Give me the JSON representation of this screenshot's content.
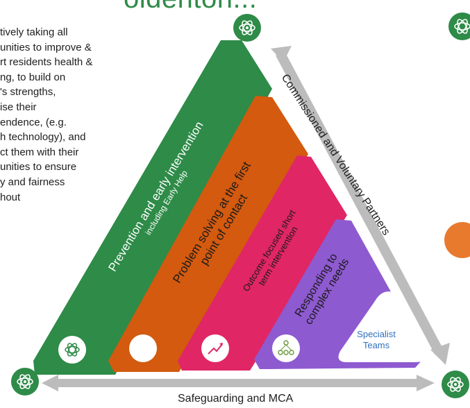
{
  "title_fragment": "oldenton...",
  "left_text_lines": [
    "tively taking all",
    "unities to improve &",
    "rt residents health &",
    "ng, to build on",
    "'s strengths,",
    "ise their",
    "endence, (e.g.",
    "h technology), and",
    "ct them with their",
    "unities to ensure",
    "y and fairness",
    "hout"
  ],
  "bands": [
    {
      "line1": "Prevention and early intervention",
      "line2": "including Early Help",
      "color": "#2e8b48"
    },
    {
      "line1": "Problem solving at the first",
      "line2": "point of contact",
      "color": "#d35a0f"
    },
    {
      "line1": "Outcome focused short",
      "line2": "term intervention",
      "color": "#e02665"
    },
    {
      "line1": "Responding to",
      "line2": "complex needs",
      "color": "#8e5ad0"
    }
  ],
  "specialist": {
    "line1": "Specialist",
    "line2": "Teams"
  },
  "right_label": "Commissioned and Voluntary Partners",
  "bottom_label": "Safeguarding and MCA",
  "icons": [
    "atom-icon",
    "user-circle-icon",
    "trend-arrow-icon",
    "network-icon"
  ],
  "colors": {
    "green": "#2e8b48",
    "orange": "#d35a0f",
    "pink": "#e02665",
    "purple": "#8e5ad0",
    "arrow_gray": "#bcbcbc",
    "accent_orange": "#e87a2e"
  }
}
